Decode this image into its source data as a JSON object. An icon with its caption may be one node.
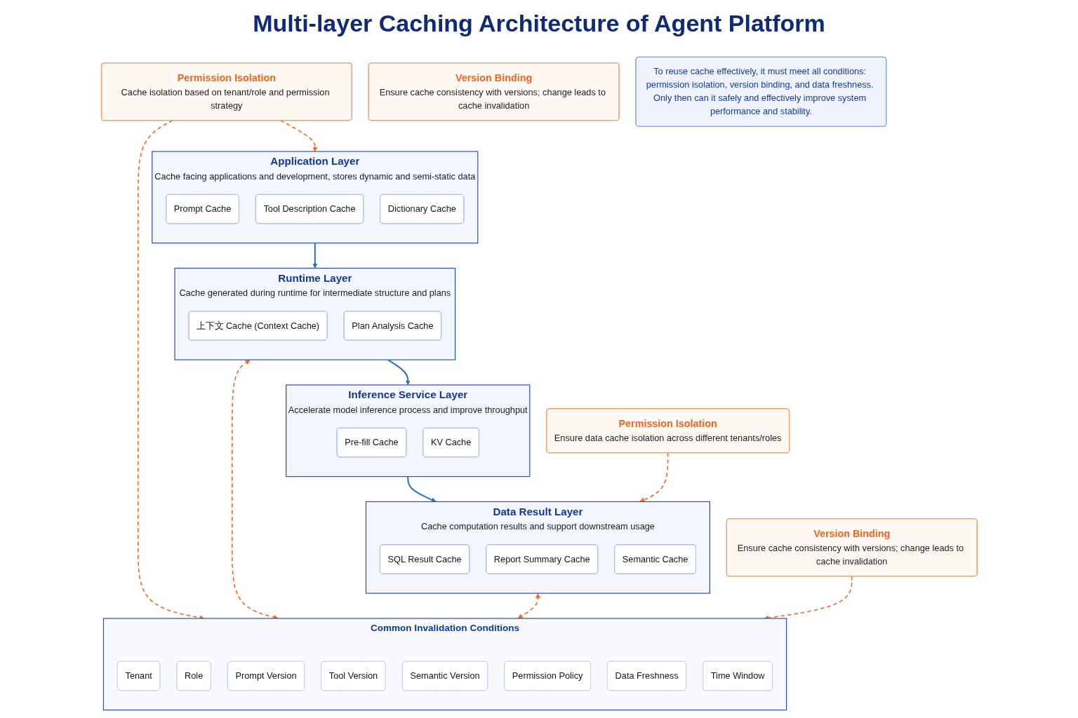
{
  "diagram": {
    "title": "Multi-layer Caching Architecture of Agent Platform",
    "nodes": [
      {
        "text": [
          "Application Layer",
          "Cache facing applications and development, stores dynamic and semi-static data"
        ]
      },
      {
        "text": [
          "Prompt Cache"
        ],
        "in": 0
      },
      {
        "text": [
          "Tool Description Cache"
        ],
        "in": 0
      },
      {
        "text": [
          "Dictionary Cache"
        ],
        "in": 0
      },
      {
        "text": [
          "Runtime Layer",
          "Cache generated during runtime for intermediate structure and plans"
        ]
      },
      {
        "text": [
          "上下文 Cache (Context Cache)"
        ],
        "in": 4
      },
      {
        "text": [
          "Plan Analysis Cache"
        ],
        "in": 4
      },
      {
        "text": [
          "Inference Service Layer",
          "Accelerate model inference process and improve throughput"
        ]
      },
      {
        "text": [
          "Pre-fill Cache"
        ],
        "in": 7
      },
      {
        "text": [
          "KV Cache"
        ],
        "in": 7
      },
      {
        "text": [
          "Data Result Layer",
          "Cache computation results and support downstream usage"
        ]
      },
      {
        "text": [
          "SQL Result Cache"
        ],
        "in": 10
      },
      {
        "text": [
          "Report Summary Cache"
        ],
        "in": 10
      },
      {
        "text": [
          "Semantic Cache"
        ],
        "in": 10
      },
      {
        "text": [
          "Permission Isolation",
          "Cache isolation based on tenant/role and permission strategy"
        ]
      },
      {
        "text": [
          "Version Binding",
          "Ensure cache consistency with versions; change leads to cache invalidation"
        ]
      },
      {
        "text": [
          "Common Invalidation Conditions"
        ]
      },
      {
        "text": [
          "Tenant"
        ],
        "in": 16
      },
      {
        "text": [
          "Role"
        ],
        "in": 16
      },
      {
        "text": [
          "Prompt Version"
        ],
        "in": 16
      },
      {
        "text": [
          "Tool Version"
        ],
        "in": 16
      },
      {
        "text": [
          "Semantic Version"
        ],
        "in": 16
      },
      {
        "text": [
          "Permission Policy"
        ],
        "in": 16
      },
      {
        "text": [
          "Data Freshness"
        ],
        "in": 16
      },
      {
        "text": [
          "Time Window"
        ],
        "in": 16
      },
      {
        "text": [
          "Permission Isolation",
          "Ensure data cache isolation across different tenants/roles"
        ]
      },
      {
        "text": [
          "Version Binding",
          "Ensure cache consistency with versions; change leads to cache invalidation"
        ]
      },
      {
        "text": [
          "To reuse cache effectively, it must meet all conditions: permission isolation, version binding, and data freshness. Only then can it safely and effectively improve system performance and stability."
        ]
      }
    ],
    "edges": [
      {
        "from": 0,
        "to": 4,
        "arrow": "to",
        "color": "#2f6fc4"
      },
      {
        "from": 4,
        "to": 7,
        "arrow": "to",
        "color": "#2f6fc4"
      },
      {
        "from": 7,
        "to": 10,
        "arrow": "to",
        "color": "#2f6fc4"
      },
      {
        "from": 14,
        "to": 0,
        "arrow": "to",
        "style": "dashed",
        "color": "#f26a21"
      },
      {
        "from": 14,
        "to": 16,
        "arrow": "to",
        "style": "dashed",
        "color": "#f26a21"
      },
      {
        "from": 4,
        "to": 16,
        "arrow": "both",
        "style": "dashed",
        "color": "#f26a21"
      },
      {
        "from": 10,
        "to": 16,
        "arrow": "both",
        "style": "dashed",
        "color": "#f26a21"
      },
      {
        "from": 25,
        "to": 10,
        "arrow": "to",
        "style": "dashed",
        "color": "#f26a21"
      },
      {
        "from": 26,
        "to": 16,
        "arrow": "to",
        "style": "dashed",
        "color": "#f26a21"
      }
    ]
  }
}
